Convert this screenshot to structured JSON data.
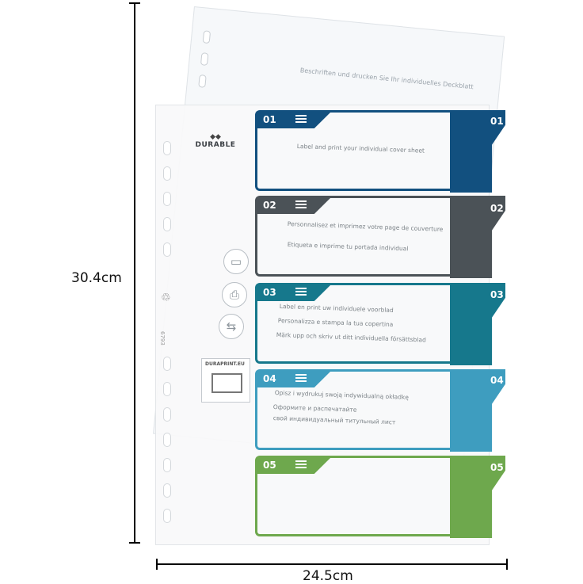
{
  "dimensions": {
    "height_label": "30.4cm",
    "width_label": "24.5cm"
  },
  "cover_sheet": {
    "text": "Beschriften und drucken Sie Ihr individuelles Deckblatt"
  },
  "logo": {
    "brand": "DURABLE",
    "mark": "◆◆"
  },
  "side_icons": [
    {
      "name": "monitor-icon",
      "glyph": "▭"
    },
    {
      "name": "printer-icon",
      "glyph": "⎙"
    },
    {
      "name": "document-transfer-icon",
      "glyph": "⇆"
    }
  ],
  "recycle_glyph": "♲",
  "article_number": "6793",
  "print_box": {
    "text": "DURAPRINT.EU"
  },
  "dividers": [
    {
      "number": "01",
      "color": "#12507f",
      "lines": [
        "Label and print your individual cover sheet"
      ]
    },
    {
      "number": "02",
      "color": "#4b5257",
      "lines": [
        "Personnalisez et imprimez votre page de couverture",
        "Etiqueta e imprime tu portada individual"
      ]
    },
    {
      "number": "03",
      "color": "#16788c",
      "lines": [
        "Label en print uw individuele voorblad",
        "Personalizza e stampa la tua copertina",
        "Märk upp och skriv ut ditt individuella försättsblad"
      ]
    },
    {
      "number": "04",
      "color": "#3e9dbf",
      "lines": [
        "Opisz i wydrukuj swoją indywidualną okładkę",
        "Оформите и распечатайте",
        "свой индивидуальный титульный лист"
      ]
    },
    {
      "number": "05",
      "color": "#6ea84d",
      "lines": []
    }
  ]
}
